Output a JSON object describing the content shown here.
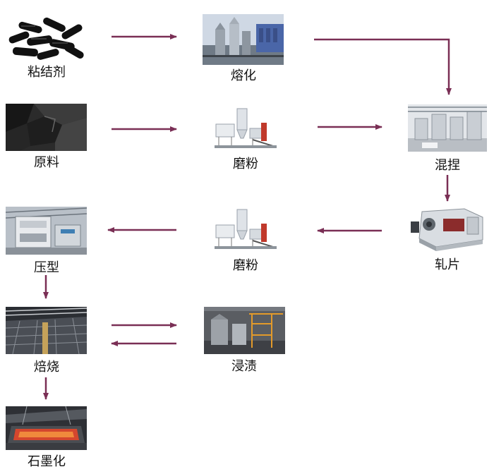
{
  "nodes": {
    "binder": {
      "label": "粘结剂",
      "image": "black-pellets"
    },
    "melting": {
      "label": "熔化",
      "image": "melting-tanks"
    },
    "raw": {
      "label": "原料",
      "image": "black-coke"
    },
    "grind1": {
      "label": "磨粉",
      "image": "grinding-mill"
    },
    "kneading": {
      "label": "混捏",
      "image": "kneading-plant"
    },
    "grind2": {
      "label": "磨粉",
      "image": "grinding-mill"
    },
    "rolling": {
      "label": "轧片",
      "image": "rolling-machine"
    },
    "pressing": {
      "label": "压型",
      "image": "press-machine"
    },
    "baking": {
      "label": "焙烧",
      "image": "baking-furnace"
    },
    "impregnation": {
      "label": "浸渍",
      "image": "impregnation-plant"
    },
    "graphitization": {
      "label": "石墨化",
      "image": "graphitization-furnace"
    }
  },
  "edges": [
    [
      "binder",
      "melting"
    ],
    [
      "melting",
      "kneading"
    ],
    [
      "raw",
      "grind1"
    ],
    [
      "grind1",
      "kneading"
    ],
    [
      "kneading",
      "rolling"
    ],
    [
      "rolling",
      "grind2"
    ],
    [
      "grind2",
      "pressing"
    ],
    [
      "pressing",
      "baking"
    ],
    [
      "baking",
      "impregnation"
    ],
    [
      "impregnation",
      "baking"
    ],
    [
      "baking",
      "graphitization"
    ]
  ],
  "colors": {
    "arrow": "#7a2f55"
  }
}
